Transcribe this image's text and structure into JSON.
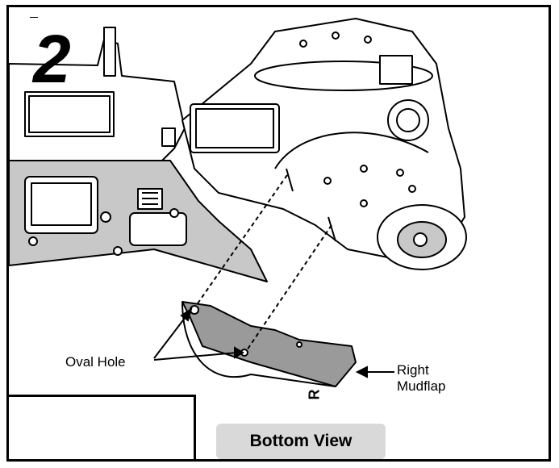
{
  "step": {
    "number": "2"
  },
  "callouts": {
    "oval_hole": "Oval Hole",
    "right_mudflap_line1": "Right",
    "right_mudflap_line2": "Mudflap",
    "mudflap_mark": "R"
  },
  "view_badge": {
    "label": "Bottom View"
  },
  "icons": {
    "screw": "screw-icon",
    "mudflap": "mudflap-icon",
    "gear": "gear-icon"
  },
  "colors": {
    "line": "#000000",
    "body_gray": "#c8c8c8",
    "mudflap_gray": "#9a9a9a",
    "badge_gray": "#d9d9d9"
  }
}
